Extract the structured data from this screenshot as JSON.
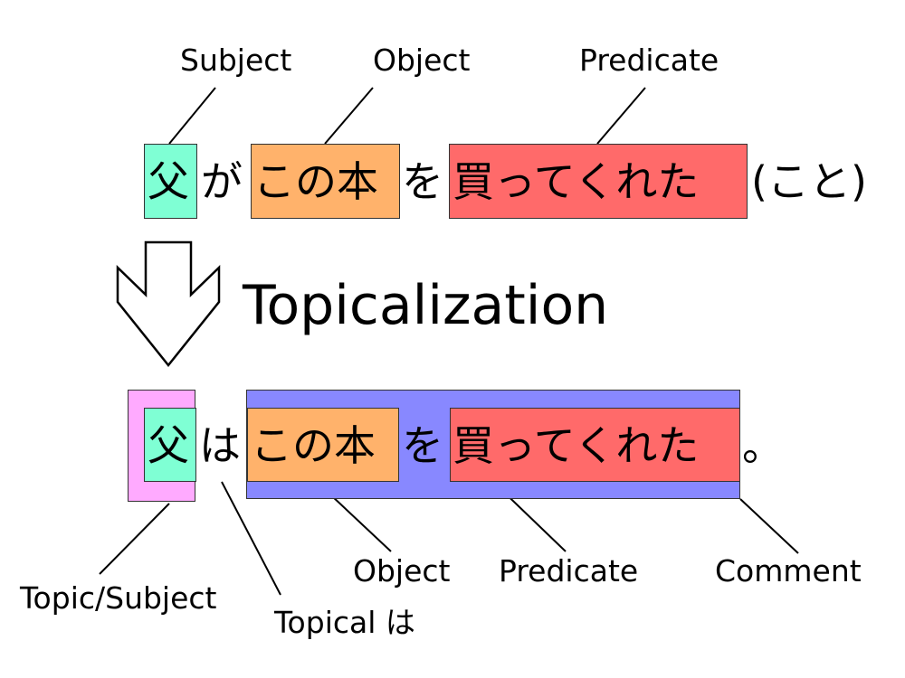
{
  "colors": {
    "subject": "#7fffd4",
    "object": "#ffb26b",
    "predicate": "#ff6a6a",
    "topic": "#ffaaff",
    "comment": "#8888ff"
  },
  "top": {
    "labels": {
      "subject": "Subject",
      "object": "Object",
      "predicate": "Predicate"
    },
    "sentence": {
      "subject": "父",
      "ga": "が",
      "object": "この本",
      "wo": "を",
      "predicate": "買ってくれた",
      "tail": "(こと)"
    }
  },
  "transform": {
    "label": "Topicalization",
    "arrow_icon": "down-arrow-outline"
  },
  "bottom": {
    "sentence": {
      "subject": "父",
      "wa": "は",
      "object": "この本",
      "wo": "を",
      "predicate": "買ってくれた",
      "period": "。"
    },
    "labels": {
      "topic_subject": "Topic/Subject",
      "topical_wa": "Topical は",
      "object": "Object",
      "predicate": "Predicate",
      "comment": "Comment"
    }
  }
}
